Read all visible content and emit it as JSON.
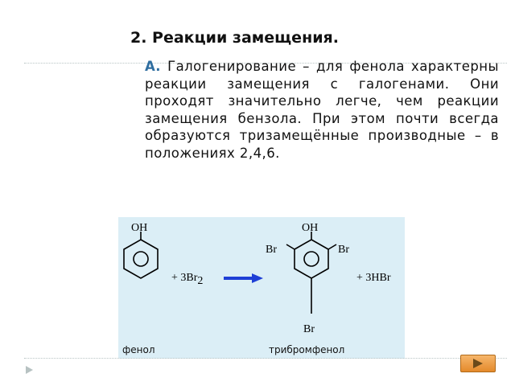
{
  "slide": {
    "title": "2. Реакции замещения.",
    "paragraph_lead": "А.",
    "paragraph_text": " Галогенирование – для фенола характерны реакции замещения с галогенами. Они проходят значительно легче, чем реакции замещения бензола. При этом почти всегда образуются тризамещённые производные – в положениях 2,4,6."
  },
  "reaction": {
    "phenol_oh": "OH",
    "reagent_plus": "+ 3Br",
    "reagent_sub": "2",
    "product_oh": "OH",
    "br_left": "Br",
    "br_right": "Br",
    "br_bottom": "Br",
    "byproduct": "+ 3HBr",
    "caption_phenol": "фенол",
    "caption_product": "трибромфенол"
  },
  "colors": {
    "accent_letter": "#2f6ea0",
    "arrow": "#1e3fd6",
    "panel_bg": "#dbeef6",
    "next_button": "#e8912f"
  }
}
